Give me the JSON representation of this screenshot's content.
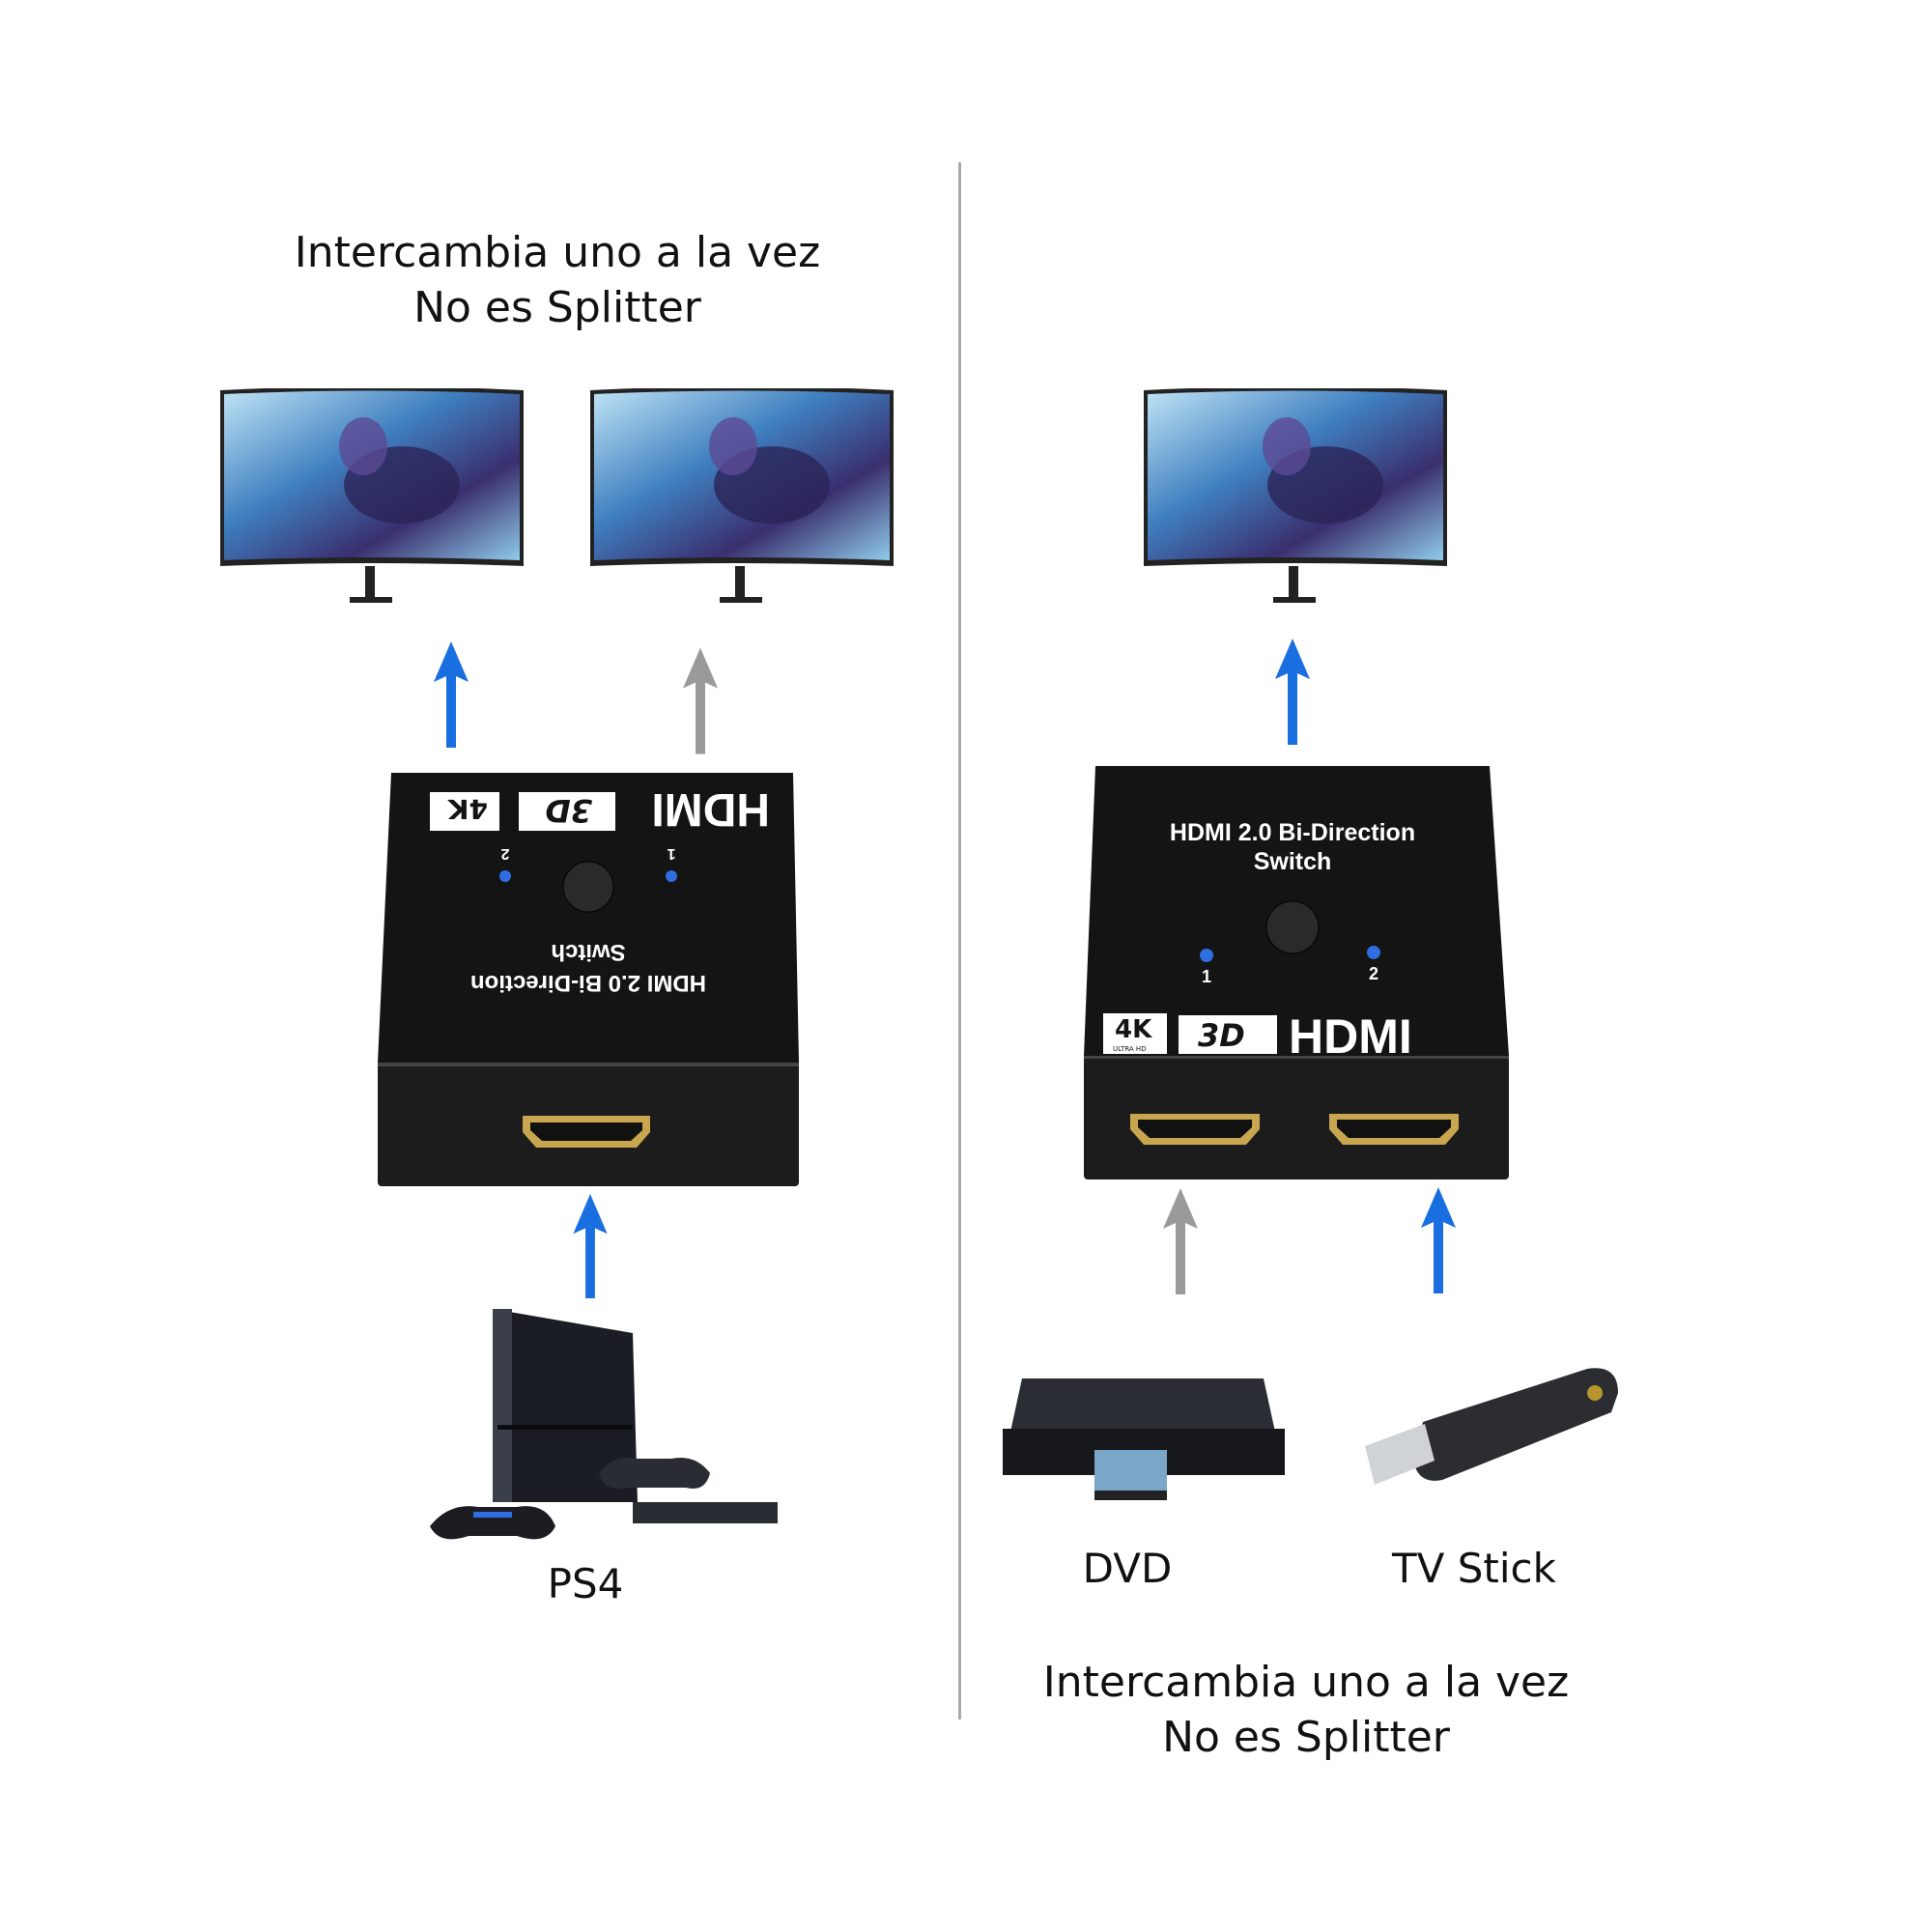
{
  "left_panel": {
    "heading_line1": "Intercambia uno a la vez",
    "heading_line2": "No es Splitter",
    "switch": {
      "title_line1": "HDMI 2.0 Bi-Direction",
      "title_line2": "Switch",
      "badge_4k": "4K",
      "badge_3d": "3D",
      "hdmi_logo": "HDMI",
      "port_1": "1",
      "port_2": "2"
    },
    "source_label": "PS4",
    "active_output": 1
  },
  "right_panel": {
    "heading_line1": "Intercambia uno a la vez",
    "heading_line2": "No es Splitter",
    "switch": {
      "title_line1": "HDMI 2.0 Bi-Direction",
      "title_line2": "Switch",
      "badge_4k": "4K",
      "badge_4k_sub": "ULTRA HD",
      "badge_3d": "3D",
      "hdmi_logo": "HDMI",
      "port_1": "1",
      "port_2": "2"
    },
    "source_labels": [
      "DVD",
      "TV Stick"
    ],
    "active_input": 2
  },
  "colors": {
    "active_arrow": "#1a6fe0",
    "inactive_arrow": "#9a9a9a",
    "divider": "#aaaaaa"
  }
}
